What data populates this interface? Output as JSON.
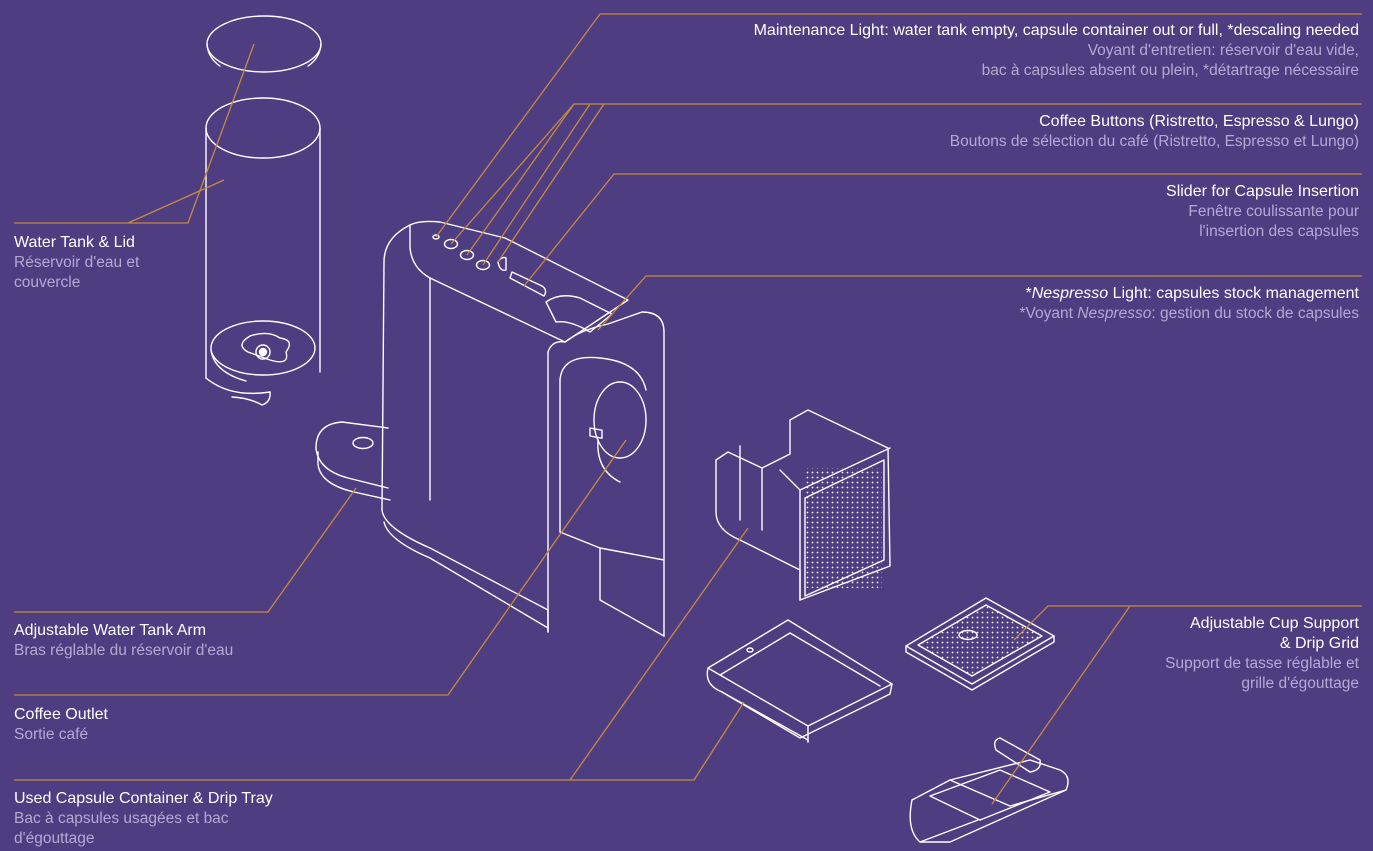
{
  "colors": {
    "background": "#4f3d82",
    "leader_line": "#c48a3f",
    "drawing": "#ffffff",
    "english_text": "#ffffff",
    "french_text": "#b4a9d3"
  },
  "labels": {
    "maintenance": {
      "en": "Maintenance Light: water tank empty, capsule container out or full, *descaling needed",
      "fr1": "Voyant d'entretien: réservoir d'eau vide,",
      "fr2": "bac à capsules absent ou plein, *détartrage nécessaire"
    },
    "coffee_buttons": {
      "en": "Coffee Buttons (Ristretto, Espresso & Lungo)",
      "fr": "Boutons de sélection du café (Ristretto, Espresso et Lungo)"
    },
    "slider": {
      "en": "Slider for Capsule Insertion",
      "fr1": "Fenêtre coulissante pour",
      "fr2": "l'insertion des capsules"
    },
    "nespresso_light": {
      "en_pre": "*",
      "en_brand": "Nespresso",
      "en_post": " Light: capsules stock management",
      "fr_pre": "*Voyant ",
      "fr_brand": "Nespresso",
      "fr_post": ": gestion du stock de capsules"
    },
    "water_tank": {
      "en": "Water Tank & Lid",
      "fr1": "Réservoir d'eau et",
      "fr2": "couvercle"
    },
    "tank_arm": {
      "en": "Adjustable Water Tank Arm",
      "fr": "Bras réglable du réservoir d'eau"
    },
    "coffee_outlet": {
      "en": "Coffee Outlet",
      "fr": "Sortie café"
    },
    "capsule_container": {
      "en": "Used Capsule Container & Drip Tray",
      "fr1": "Bac à capsules usagées et bac",
      "fr2": "d'égouttage"
    },
    "cup_support": {
      "en1": "Adjustable Cup Support",
      "en2": "& Drip Grid",
      "fr1": "Support de tasse réglable et",
      "fr2": "grille d'égouttage"
    }
  }
}
